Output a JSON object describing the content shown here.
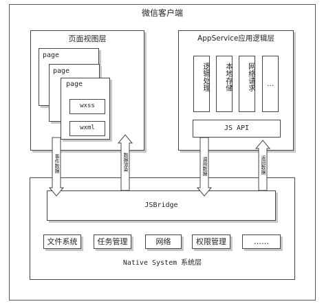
{
  "client": {
    "title": "微信客户端"
  },
  "view_layer": {
    "title": "页面视图层",
    "pages": [
      "page",
      "page",
      "page"
    ],
    "components": [
      "wxss",
      "wxml"
    ]
  },
  "logic_layer": {
    "title": "AppService应用逻辑层",
    "modules": [
      "逻辑处理",
      "本地存储",
      "网络请求",
      "…"
    ],
    "js_api": "JS API"
  },
  "arrows": {
    "event_data": "事件数据",
    "view_data": "数据渲染",
    "call_data": "调用数据",
    "return_data": "返回数据"
  },
  "bridge": {
    "label": "JSBridge"
  },
  "native": {
    "title": "Native System 系统层",
    "items": [
      "文件系统",
      "任务管理",
      "网络",
      "权限管理",
      "……"
    ]
  }
}
